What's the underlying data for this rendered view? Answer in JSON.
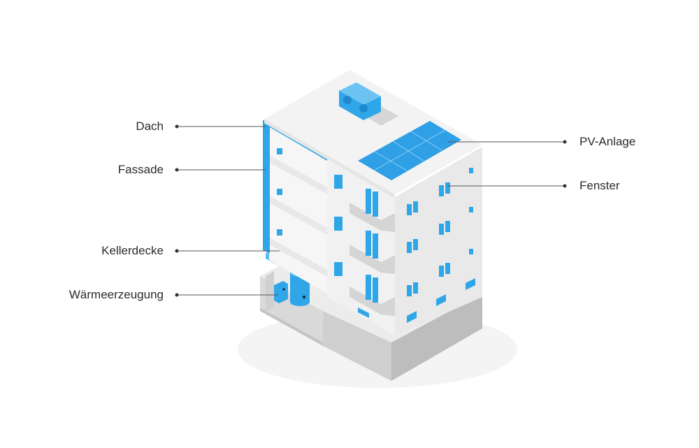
{
  "labels": {
    "dach": "Dach",
    "fassade": "Fassade",
    "kellerdecke": "Kellerdecke",
    "waermeerzeugung": "Wärmeerzeugung",
    "pv_anlage": "PV-Anlage",
    "fenster": "Fenster"
  },
  "colors": {
    "accent": "#2fa6e8",
    "accent_dark": "#1f88cf",
    "wall_light": "#f2f2f2",
    "wall_shade": "#e3e3e3",
    "base": "#c9c9c9",
    "line": "#555555"
  }
}
